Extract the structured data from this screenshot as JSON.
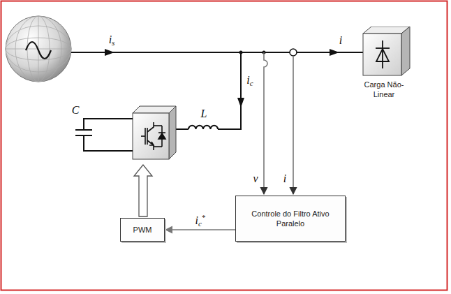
{
  "diagram": {
    "nodes": [
      {
        "text": [
          "Carga Não-Linear"
        ]
      },
      {
        "text": [
          "Controle do Filtro Ativo Paralelo"
        ]
      },
      {
        "text": [
          "PWM"
        ]
      }
    ],
    "edges": [
      {
        "from": 1,
        "to": 2,
        "arrow": "to",
        "label": "ic*"
      }
    ],
    "labels": [
      "is",
      "ic",
      "L",
      "C",
      "v",
      "i",
      "i"
    ]
  }
}
